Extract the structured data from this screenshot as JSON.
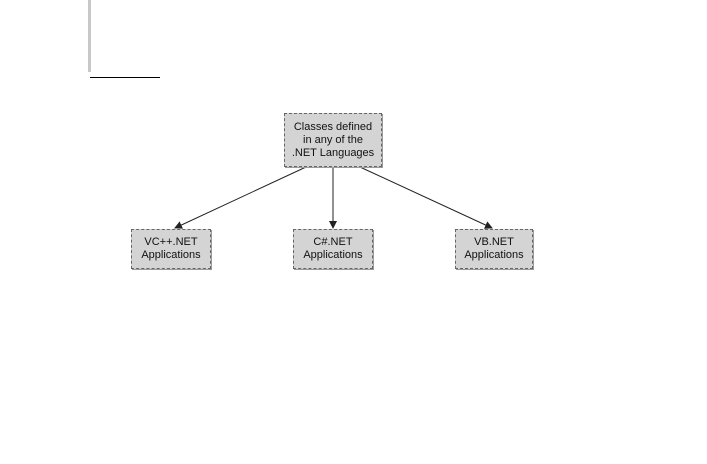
{
  "diagram": {
    "nodes": [
      {
        "id": "root",
        "label": "Classes defined\nin any of the\n.NET Languages"
      },
      {
        "id": "vc",
        "label": "VC++.NET\nApplications"
      },
      {
        "id": "cs",
        "label": "C#.NET\nApplications"
      },
      {
        "id": "vb",
        "label": "VB.NET\nApplications"
      }
    ],
    "edges": [
      {
        "from": "root",
        "to": "vc"
      },
      {
        "from": "root",
        "to": "cs"
      },
      {
        "from": "root",
        "to": "vb"
      }
    ]
  }
}
